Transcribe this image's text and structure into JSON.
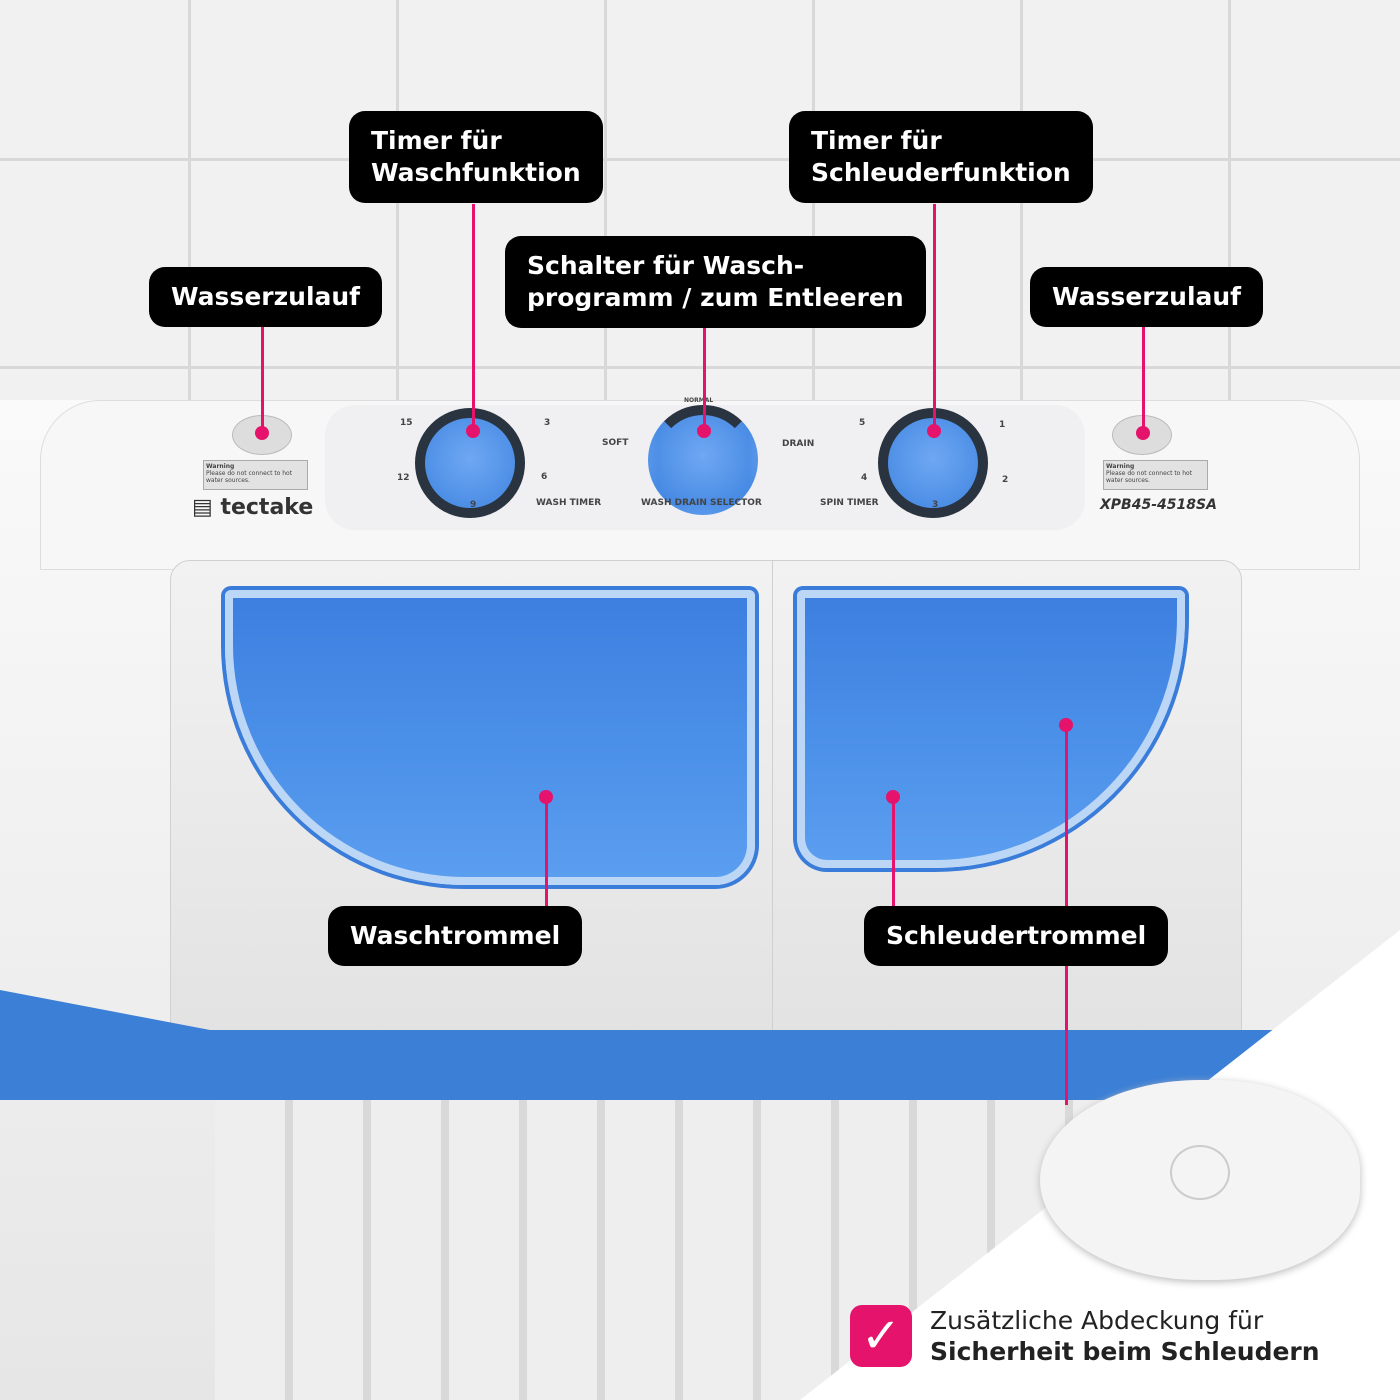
{
  "labels": {
    "inlet_left": "Wasserzulauf",
    "wash_timer": "Timer für\nWaschfunktion",
    "selector": "Schalter für Wasch-\nprogramm / zum Entleeren",
    "spin_timer": "Timer für\nSchleuderfunktion",
    "inlet_right": "Wasserzulauf",
    "wash_drum": "Waschtrommel",
    "spin_drum": "Schleudertrommel"
  },
  "panel": {
    "brand": "tectake",
    "model": "XPB45-4518SA",
    "wash_timer": "WASH TIMER",
    "selector": "WASH DRAIN SELECTOR",
    "spin_timer": "SPIN TIMER",
    "soft": "SOFT",
    "normal": "NORMAL",
    "drain": "DRAIN",
    "wash_ticks": [
      "15",
      "3",
      "6",
      "9",
      "12"
    ],
    "spin_ticks": [
      "5",
      "1",
      "2",
      "3",
      "4"
    ],
    "warning_title": "Warning",
    "warning_text": "Please do not connect to hot water sources."
  },
  "caption": {
    "line1": "Zusätzliche Abdeckung für",
    "line2": "Sicherheit beim Schleudern"
  },
  "colors": {
    "accent": "#e5136b",
    "blue": "#3b7fd6"
  }
}
